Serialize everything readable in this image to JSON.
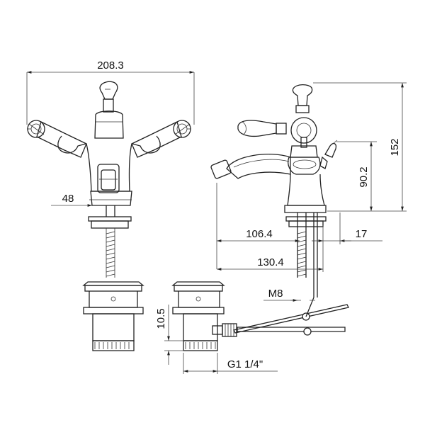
{
  "dimensions": {
    "overall_width": "208.3",
    "overall_height": "152",
    "spout_height": "90.2",
    "hole_diameter": "48",
    "spout_reach": "106.4",
    "overall_depth": "130.4",
    "offset": "17",
    "rod_thread": "M8",
    "waste_height": "10.5",
    "waste_thread": "G1 1/4\""
  }
}
